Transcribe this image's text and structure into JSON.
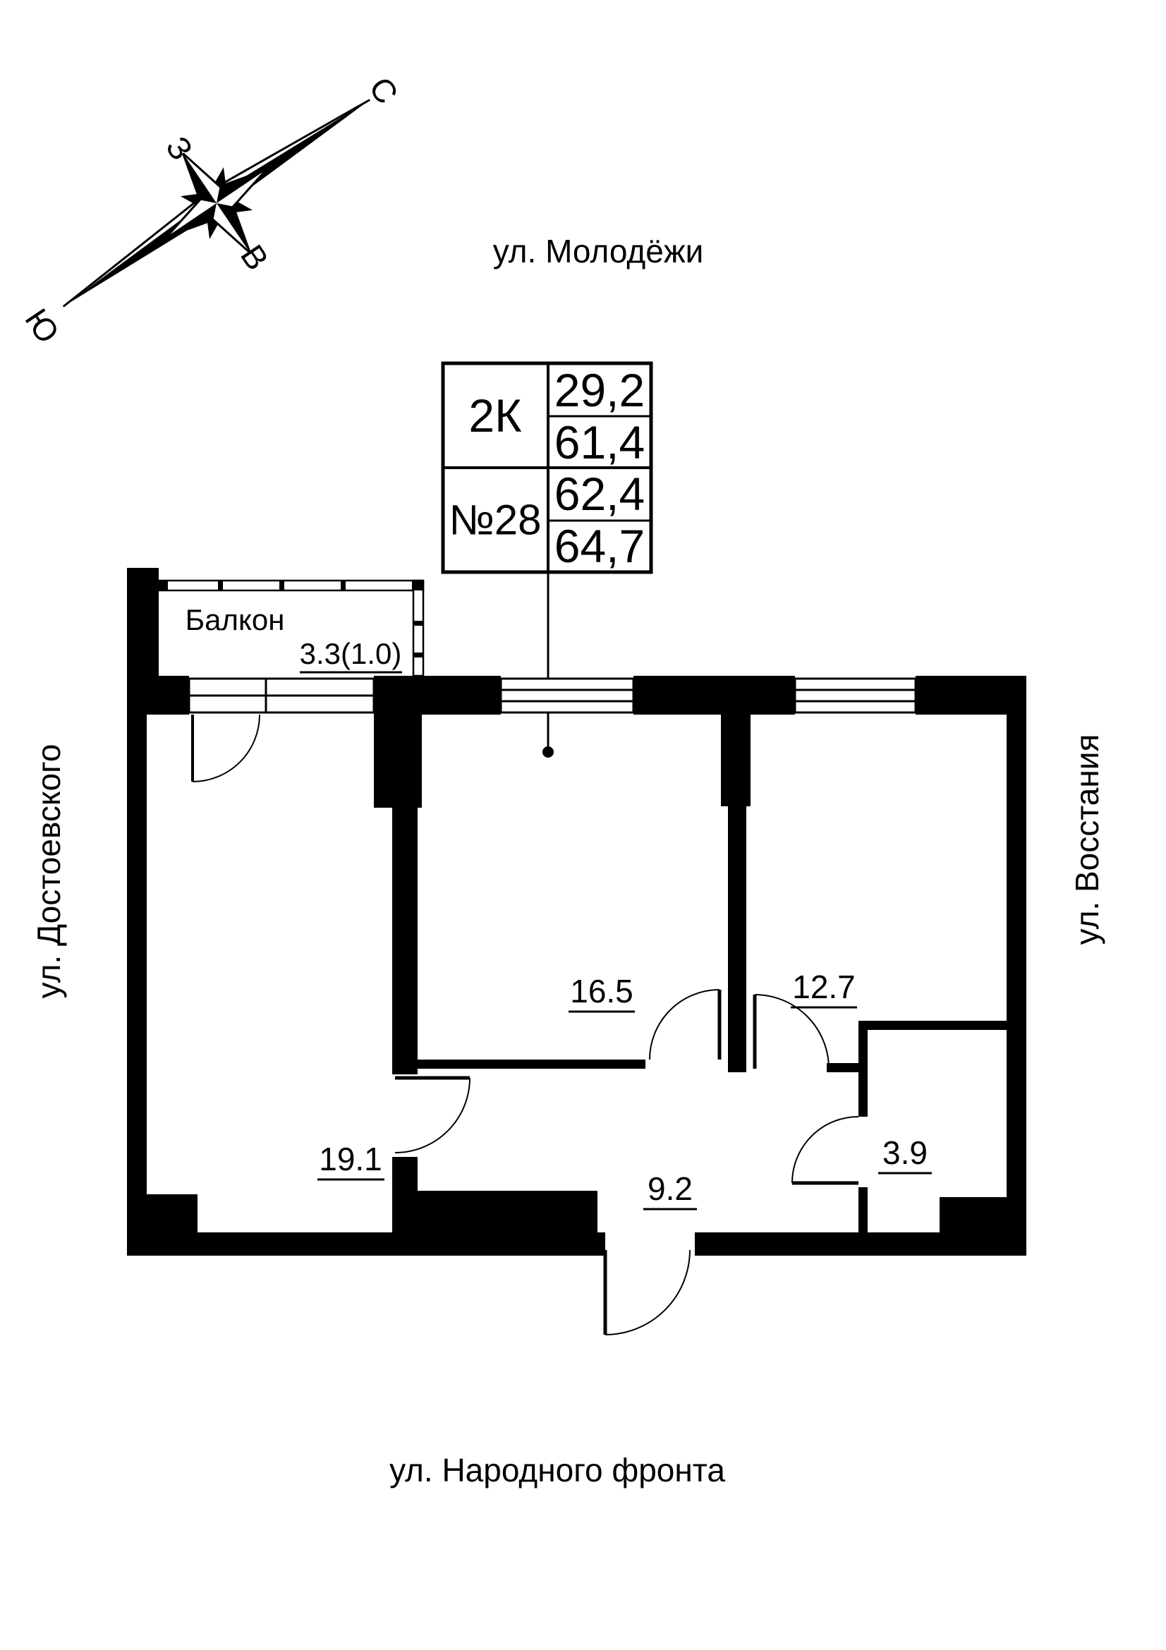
{
  "compass": {
    "north": "С",
    "east": "В",
    "south": "Ю",
    "west": "З"
  },
  "streets": {
    "top": "ул. Молодёжи",
    "bottom": "ул. Народного фронта",
    "left": "ул. Достоевского",
    "right": "ул. Восстания"
  },
  "unit": {
    "type": "2К",
    "number": "№28",
    "values": [
      "29,2",
      "61,4",
      "62,4",
      "64,7"
    ]
  },
  "rooms": {
    "balcony_label": "Балкон",
    "balcony_area": "3.3(1.0)",
    "living1": "19.1",
    "living2": "16.5",
    "living3": "12.7",
    "hall": "9.2",
    "bathroom": "3.9"
  },
  "colors": {
    "ink": "#000000",
    "paper": "#ffffff"
  }
}
